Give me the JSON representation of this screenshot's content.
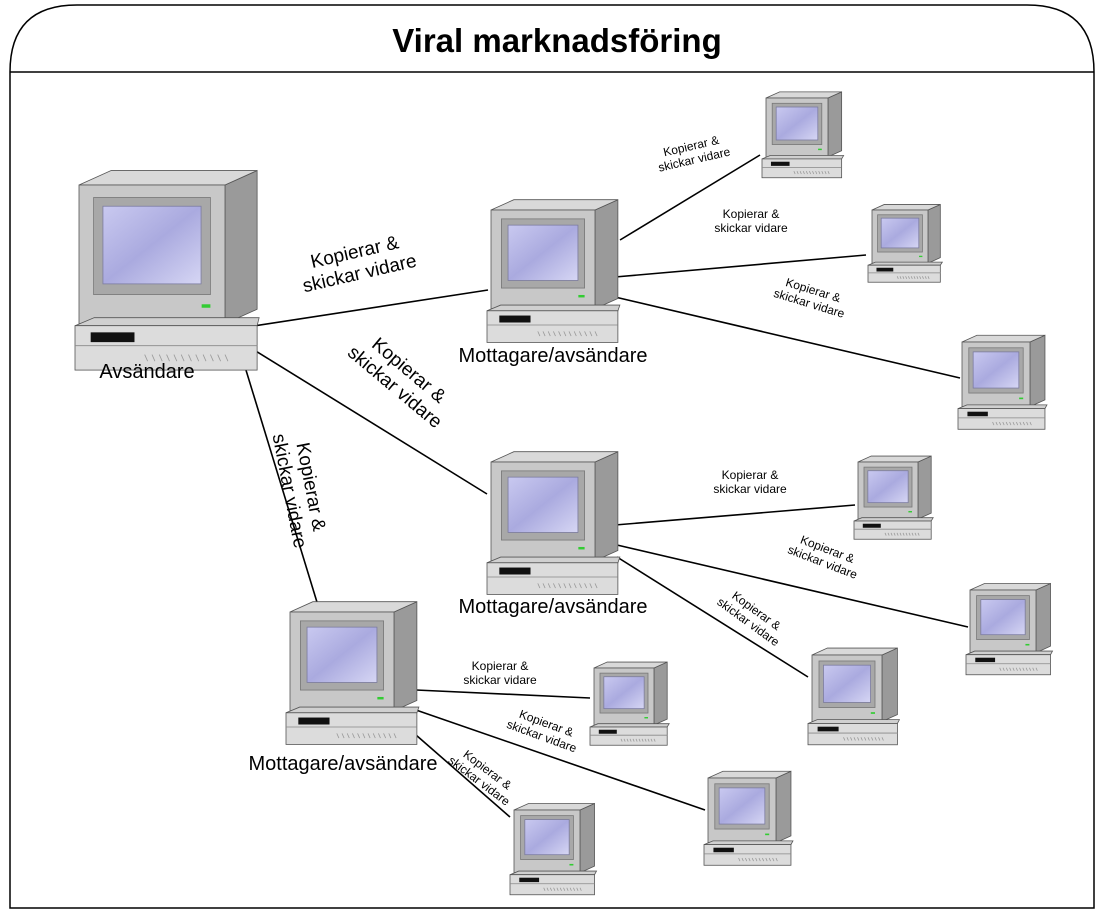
{
  "title": "Viral marknadsföring",
  "sender_label": "Avsändare",
  "receiver_label": "Mottagare/avsändare",
  "link_label": {
    "line1": "Kopierar &",
    "line2": "skickar vidare"
  },
  "colors": {
    "screen": "#b3b3e6",
    "case": "#c8c8c8",
    "case_dark": "#8c8c8c",
    "led": "#33cc33"
  }
}
